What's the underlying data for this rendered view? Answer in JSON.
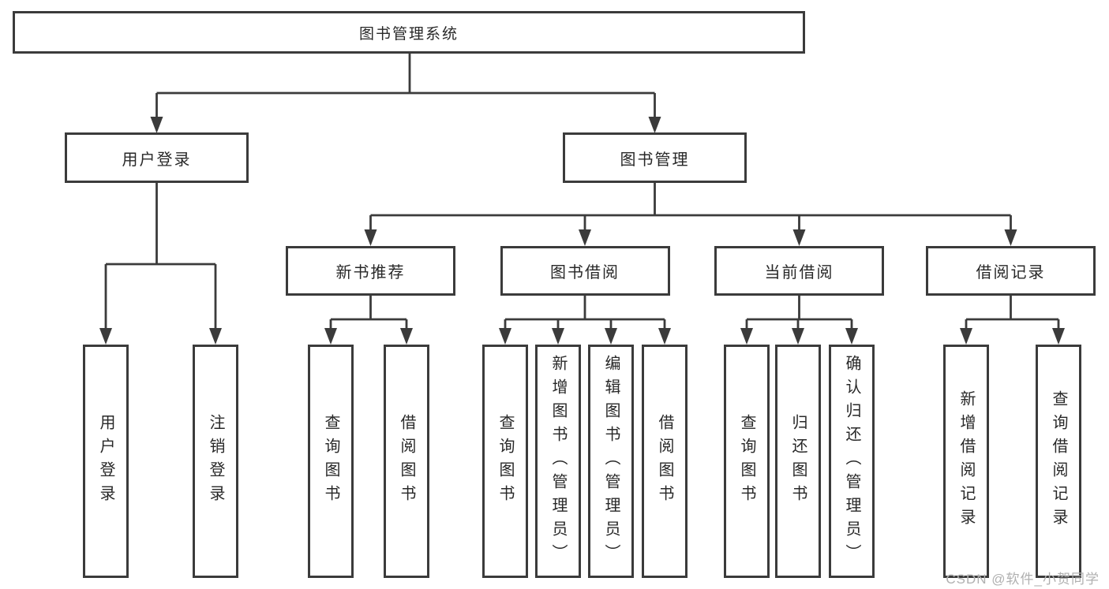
{
  "tree": {
    "root": {
      "label": "图书管理系统"
    },
    "branches": [
      {
        "label": "用户登录",
        "children": [
          {
            "label": "用户登录"
          },
          {
            "label": "注销登录"
          }
        ]
      },
      {
        "label": "图书管理",
        "children": [
          {
            "label": "新书推荐",
            "children": [
              {
                "label": "查询图书"
              },
              {
                "label": "借阅图书"
              }
            ]
          },
          {
            "label": "图书借阅",
            "children": [
              {
                "label": "查询图书"
              },
              {
                "label": "新增图书（管理员）"
              },
              {
                "label": "编辑图书（管理员）"
              },
              {
                "label": "借阅图书"
              }
            ]
          },
          {
            "label": "当前借阅",
            "children": [
              {
                "label": "查询图书"
              },
              {
                "label": "归还图书"
              },
              {
                "label": "确认归还（管理员）"
              }
            ]
          },
          {
            "label": "借阅记录",
            "children": [
              {
                "label": "新增借阅记录"
              },
              {
                "label": "查询借阅记录"
              }
            ]
          }
        ]
      }
    ]
  },
  "watermark": {
    "text": "CSDN @软件_小贺同学"
  },
  "colors": {
    "line": "#3b3b3b",
    "box_border": "#3b3b3b",
    "text": "#282828",
    "watermark": "#b0b0b0",
    "background": "#ffffff"
  }
}
